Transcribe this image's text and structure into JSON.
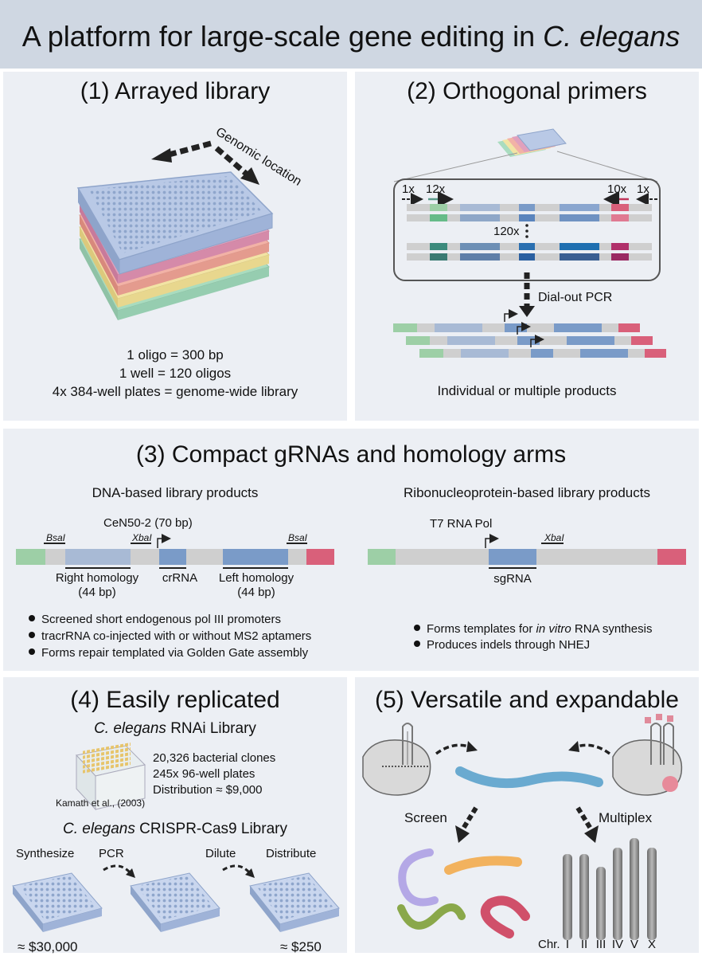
{
  "title": {
    "prefix": "A platform for large-scale gene editing in ",
    "species": "C. elegans"
  },
  "panel1": {
    "heading": "(1) Arrayed library",
    "arrow_label": "Genomic location",
    "lines": [
      "1 oligo = 300 bp",
      "1 well = 120 oligos",
      "4x 384-well plates = genome-wide library"
    ]
  },
  "panel2": {
    "heading": "(2) Orthogonal primers",
    "primer_1x_left": "1x",
    "primer_12x": "12x",
    "primer_10x": "10x",
    "primer_1x_right": "1x",
    "count_120x": "120x",
    "pcr_label": "Dial-out PCR",
    "caption": "Individual or multiple products"
  },
  "panel3": {
    "heading": "(3) Compact gRNAs and homology arms",
    "dna": {
      "subtitle": "DNA-based library products",
      "promoter": "CeN50-2 (70 bp)",
      "bsai_left": "BsaI",
      "xbai": "XbaI",
      "bsai_right": "BsaI",
      "right_homology": "Right homology",
      "right_bp": "(44 bp)",
      "crrna": "crRNA",
      "left_homology": "Left homology",
      "left_bp": "(44 bp)",
      "bullets": [
        "Screened short endogenous pol III promoters",
        "tracrRNA co-injected with or without MS2 aptamers",
        "Forms repair templated via Golden Gate assembly"
      ]
    },
    "rnp": {
      "subtitle": "Ribonucleoprotein-based library products",
      "promoter": "T7 RNA Pol",
      "xbai": "XbaI",
      "sgrna": "sgRNA",
      "bullet1_prefix": "Forms templates for ",
      "bullet1_italic": "in vitro",
      "bullet1_suffix": " RNA synthesis",
      "bullet2": "Produces indels through NHEJ"
    }
  },
  "panel4": {
    "heading": "(4) Easily replicated",
    "rnai_species": "C. elegans",
    "rnai_title": " RNAi Library",
    "rnai_lines": [
      "20,326 bacterial clones",
      "245x 96-well plates",
      "Distribution ≈ $9,000"
    ],
    "citation": "Kamath et al., (2003)",
    "crispr_species": "C. elegans",
    "crispr_title": " CRISPR-Cas9 Library",
    "steps": [
      "Synthesize",
      "PCR",
      "Dilute",
      "Distribute"
    ],
    "cost_left": "≈ $30,000",
    "cost_right": "≈ $250"
  },
  "panel5": {
    "heading": "(5) Versatile and expandable",
    "screen": "Screen",
    "multiplex": "Multiplex",
    "chr_prefix": "Chr.",
    "chromosomes": [
      "I",
      "II",
      "III",
      "IV",
      "V",
      "X"
    ]
  },
  "colors": {
    "title_band": "#cfd7e2",
    "panel_bg": "#eceff4",
    "green": "#9dcfa6",
    "pink": "#d9607a",
    "blue": "#7a9bc8",
    "light_blue": "#a8bad5",
    "gray_bar": "#c8c8c8",
    "plate_blue": "#b9c9e6"
  }
}
